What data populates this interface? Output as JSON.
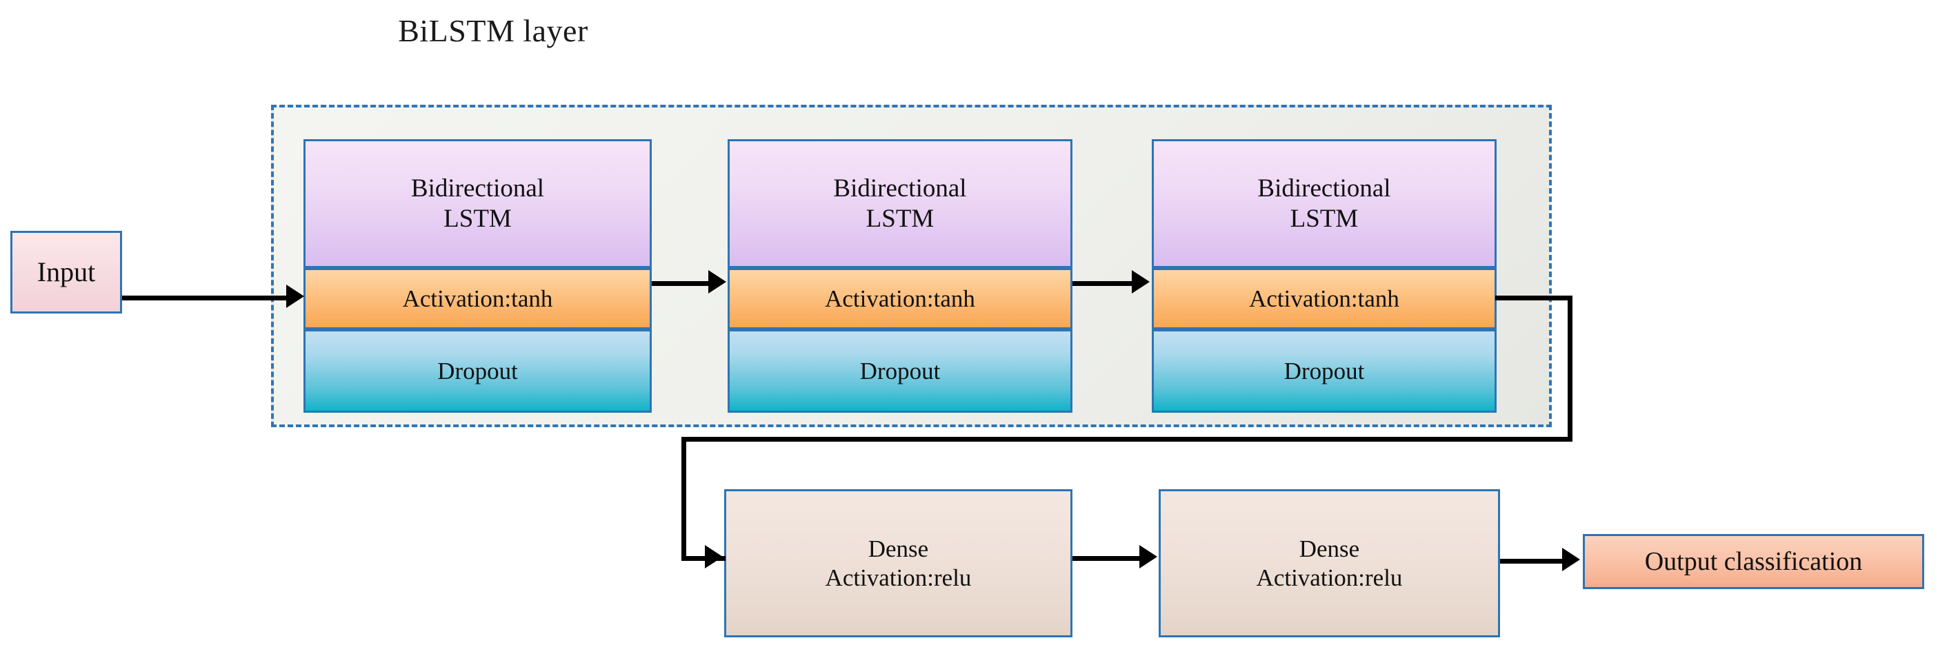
{
  "diagram": {
    "title": "BiLSTM layer",
    "colors": {
      "dashed_border": "#2f75b5",
      "box_border": "#2e74b5",
      "group_background": "#eff0ec",
      "input_fill": "#f7dde2",
      "lstm_fill": "#e3c9f2",
      "activation_fill": "#fbb268",
      "dropout_fill": "#5dc3d9",
      "dense_fill": "#eadbd1",
      "output_fill": "#f8b79a",
      "connector": "#000000",
      "canvas_background": "#ffffff"
    }
  },
  "input": {
    "label": "Input"
  },
  "bilstm_group": {
    "blocks": [
      {
        "head_line1": "Bidirectional",
        "head_line2": "LSTM",
        "activation": "Activation:tanh",
        "dropout": "Dropout"
      },
      {
        "head_line1": "Bidirectional",
        "head_line2": "LSTM",
        "activation": "Activation:tanh",
        "dropout": "Dropout"
      },
      {
        "head_line1": "Bidirectional",
        "head_line2": "LSTM",
        "activation": "Activation:tanh",
        "dropout": "Dropout"
      }
    ]
  },
  "dense_layers": [
    {
      "line1": "Dense",
      "line2": "Activation:relu"
    },
    {
      "line1": "Dense",
      "line2": "Activation:relu"
    }
  ],
  "output": {
    "label": "Output classification"
  }
}
